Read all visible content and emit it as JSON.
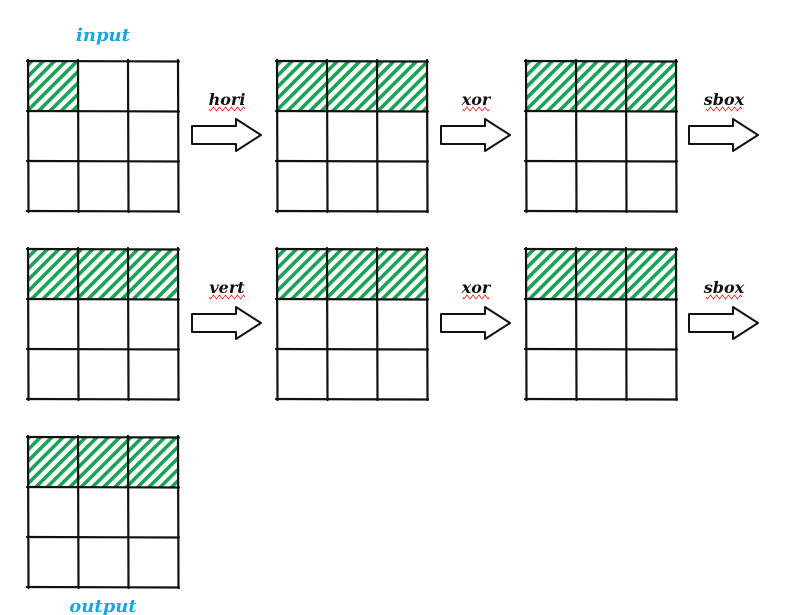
{
  "colors": {
    "hatch": "#1aa356",
    "stroke": "#111111",
    "title": "#1aa7e0",
    "squiggle": "#e02020"
  },
  "labels": {
    "input": "input",
    "output": "output"
  },
  "grids": [
    {
      "id": "grid-input",
      "shaded": [
        0
      ]
    },
    {
      "id": "grid-row1-after-hori",
      "shaded": [
        0,
        1,
        2
      ]
    },
    {
      "id": "grid-row1-after-xor",
      "shaded": [
        0,
        1,
        2
      ]
    },
    {
      "id": "grid-row2-start",
      "shaded": [
        0,
        1,
        2
      ]
    },
    {
      "id": "grid-row2-after-vert",
      "shaded": [
        0,
        1,
        2
      ]
    },
    {
      "id": "grid-row2-after-xor",
      "shaded": [
        0,
        1,
        2
      ]
    },
    {
      "id": "grid-output",
      "shaded": [
        0,
        1,
        2
      ]
    }
  ],
  "operations": [
    {
      "id": "op-hori",
      "label": "hori"
    },
    {
      "id": "op-xor-1",
      "label": "xor"
    },
    {
      "id": "op-sbox-1",
      "label": "sbox"
    },
    {
      "id": "op-vert",
      "label": "vert"
    },
    {
      "id": "op-xor-2",
      "label": "xor"
    },
    {
      "id": "op-sbox-2",
      "label": "sbox"
    }
  ]
}
